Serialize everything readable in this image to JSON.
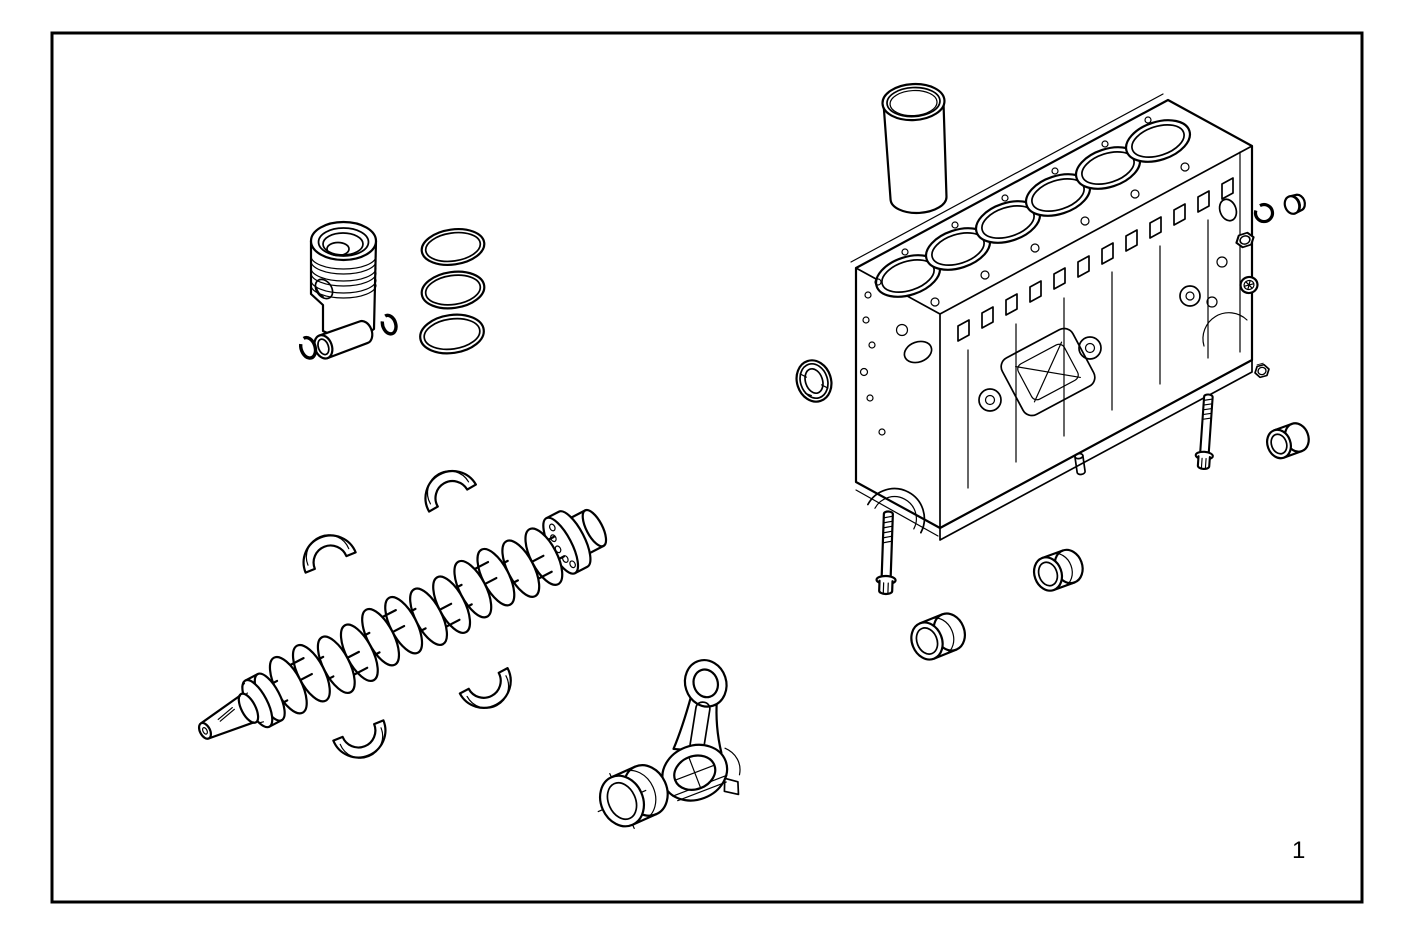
{
  "figure": {
    "page_number": "1",
    "background_color": "#ffffff",
    "line_color": "#000000",
    "type": "exploded-parts-line-drawing"
  },
  "parts": [
    {
      "name": "Piston"
    },
    {
      "name": "Piston ring set"
    },
    {
      "name": "Piston pin"
    },
    {
      "name": "Pin circlips"
    },
    {
      "name": "Cylinder liner"
    },
    {
      "name": "Cylinder block"
    },
    {
      "name": "Crankshaft"
    },
    {
      "name": "Main bearing shells"
    },
    {
      "name": "Connecting rod"
    },
    {
      "name": "Connecting rod bushing"
    },
    {
      "name": "Camshaft bushings"
    },
    {
      "name": "Stud bolts"
    },
    {
      "name": "Sealing ring"
    },
    {
      "name": "Plugs and nuts"
    },
    {
      "name": "Dowel pin"
    }
  ]
}
